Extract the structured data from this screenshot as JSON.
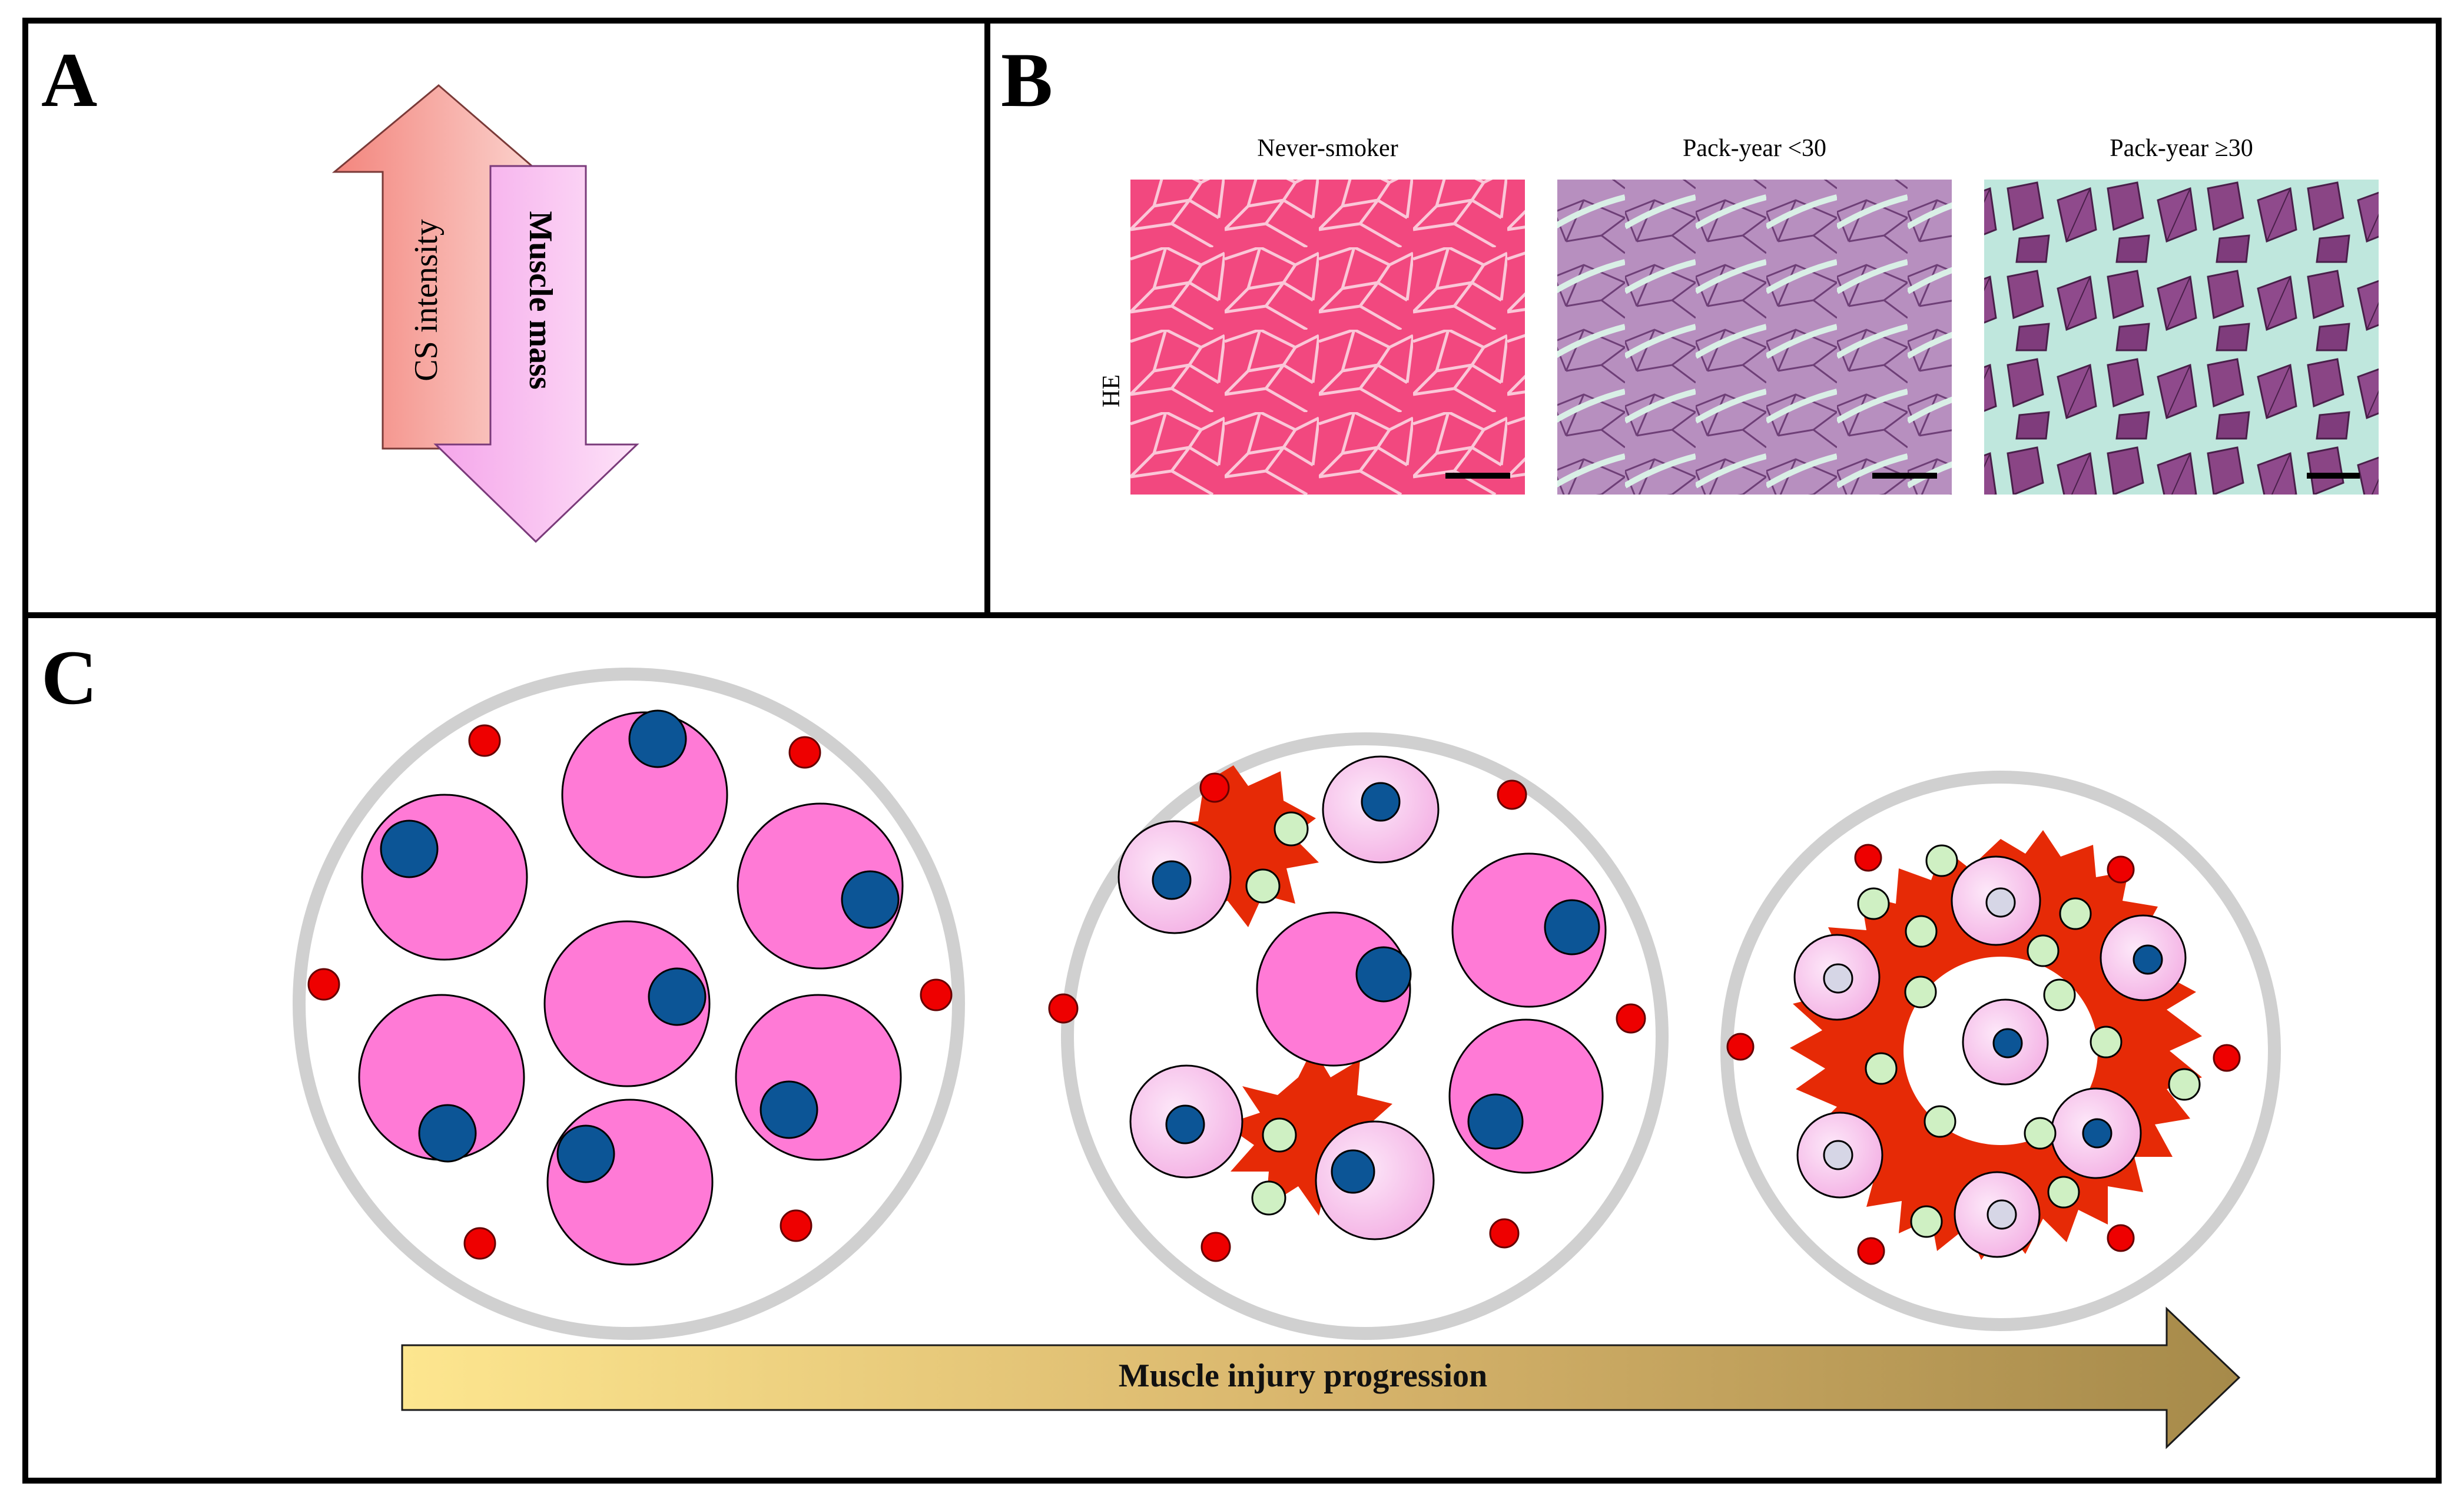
{
  "panels": {
    "a": {
      "letter": "A",
      "up_arrow_label": "CS intensity",
      "down_arrow_label": "Muscle mass"
    },
    "b": {
      "letter": "B",
      "row_label": "HE",
      "columns": [
        "Never-smoker",
        "Pack-year <30",
        "Pack-year ≥30"
      ]
    },
    "c": {
      "letter": "C",
      "progression_label": "Muscle injury progression"
    }
  },
  "colors": {
    "up_arrow": "#f7a7a0",
    "down_arrow": "#f7b9ef",
    "healthy_fiber": "#ff7ad6",
    "atrophic_fiber": "#fbd0f1",
    "nucleus": "#0c5596",
    "capillary": "#ee0000",
    "inflammation": "#e62a06",
    "immune_cell": "#cff0c3",
    "fascicle_border": "#d0d0d0",
    "progress_start": "#fde68f",
    "progress_end": "#a68a4a"
  }
}
